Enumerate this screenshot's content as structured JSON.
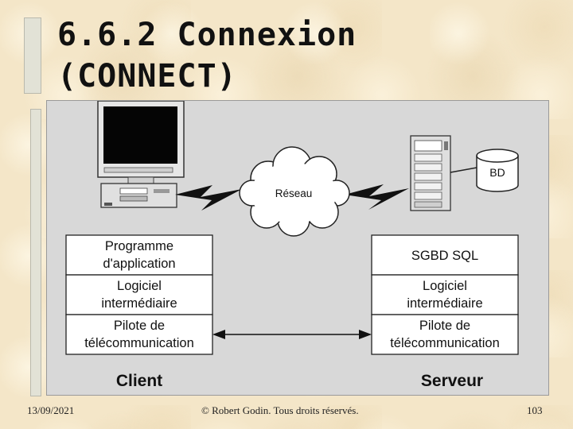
{
  "slide": {
    "title": "6.6.2  Connexion\n(CONNECT)",
    "footer_date": "13/09/2021",
    "footer_copyright": "© Robert Godin. Tous droits réservés.",
    "page_number": "103"
  },
  "diagram": {
    "network_label": "Réseau",
    "database_label": "BD",
    "client": {
      "label": "Client",
      "layers": [
        [
          "Programme",
          "d'application"
        ],
        [
          "Logiciel",
          "intermédiaire"
        ],
        [
          "Pilote de",
          "télécommunication"
        ]
      ]
    },
    "server": {
      "label": "Serveur",
      "layers": [
        [
          "SGBD SQL"
        ],
        [
          "Logiciel",
          "intermédiaire"
        ],
        [
          "Pilote de",
          "télécommunication"
        ]
      ]
    }
  }
}
